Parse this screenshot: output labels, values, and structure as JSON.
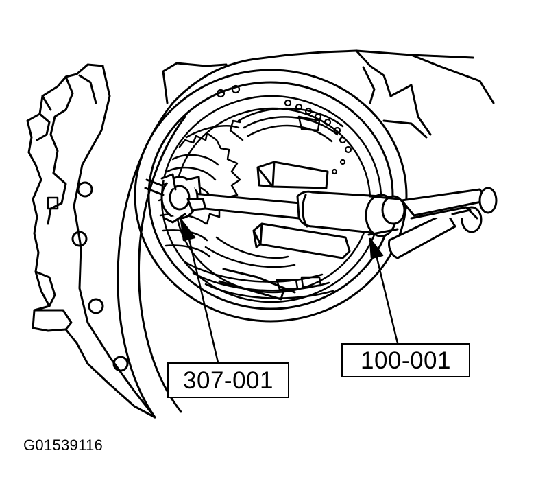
{
  "figure_id": "G01539116",
  "callouts": {
    "tool_a": "307-001",
    "tool_b": "100-001"
  },
  "colors": {
    "ink": "#000000",
    "paper": "#ffffff"
  }
}
